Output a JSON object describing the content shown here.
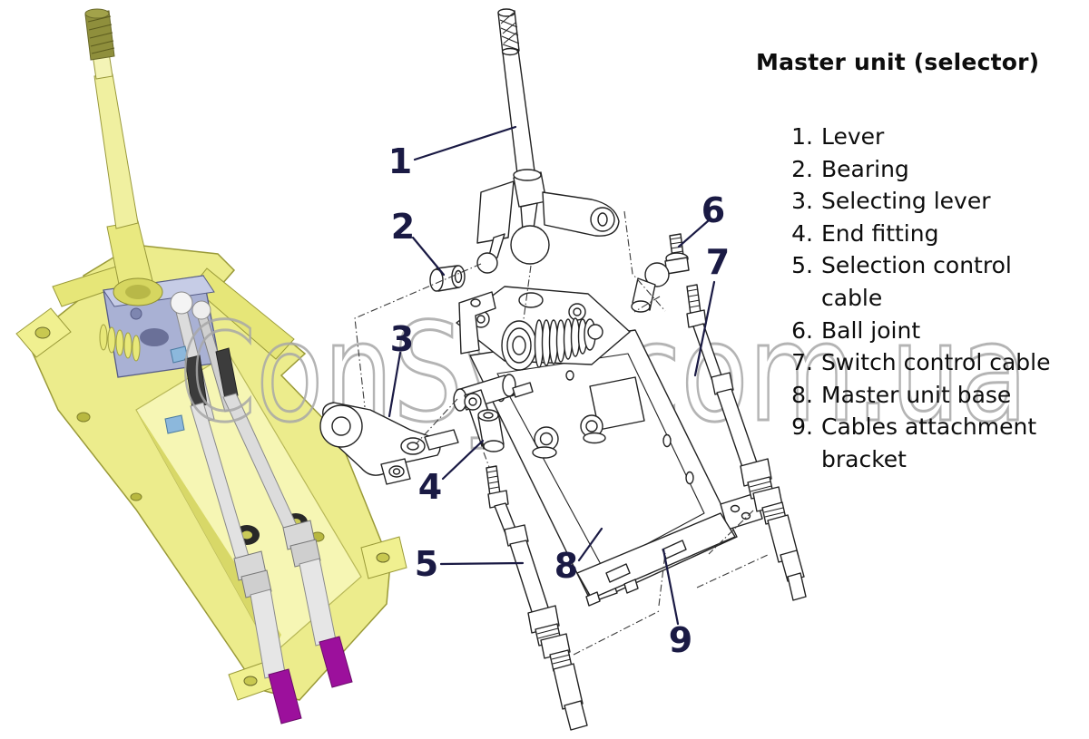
{
  "watermark": {
    "text": "ConSys.com.ua",
    "color": "#a8a8a8"
  },
  "panel": {
    "title": "Master unit (selector)",
    "items": [
      {
        "number": "1.",
        "label": "Lever"
      },
      {
        "number": "2.",
        "label": "Bearing"
      },
      {
        "number": "3.",
        "label": "Selecting lever"
      },
      {
        "number": "4.",
        "label": "End fitting"
      },
      {
        "number": "5.",
        "label": "Selection control cable"
      },
      {
        "number": "6.",
        "label": "Ball joint"
      },
      {
        "number": "7.",
        "label": "Switch control cable"
      },
      {
        "number": "8.",
        "label": "Master unit base"
      },
      {
        "number": "9.",
        "label": "Cables attachment bracket"
      }
    ]
  },
  "diagram": {
    "callouts": [
      {
        "number": "1",
        "part": "Lever"
      },
      {
        "number": "2",
        "part": "Bearing"
      },
      {
        "number": "3",
        "part": "Selecting lever"
      },
      {
        "number": "4",
        "part": "End fitting"
      },
      {
        "number": "5",
        "part": "Selection control cable"
      },
      {
        "number": "6",
        "part": "Ball joint"
      },
      {
        "number": "7",
        "part": "Switch control cable"
      },
      {
        "number": "8",
        "part": "Master unit base"
      },
      {
        "number": "9",
        "part": "Cables attachment bracket"
      }
    ],
    "colors": {
      "callout_navy": "#1a1a44",
      "line_art": "#222222",
      "watermark_gray": "#a8a8a8",
      "assembly_yellow": "#ecec8c",
      "housing_blue_gray": "#a9b1d4",
      "cable_tip_purple": "#9c109c"
    }
  }
}
